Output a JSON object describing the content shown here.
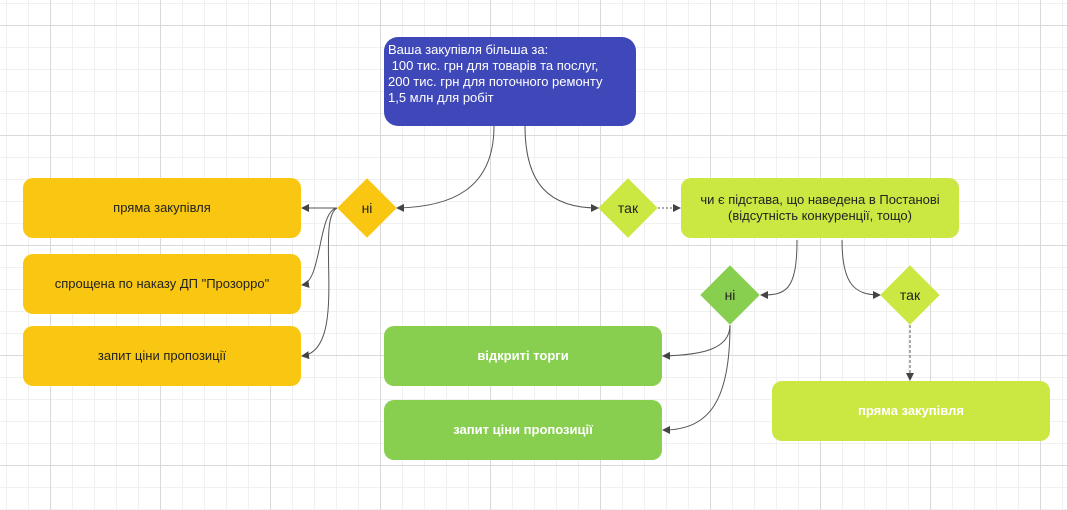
{
  "root": {
    "text": "Ваша закупівля більша за:\n 100 тис. грн для товарів та послуг,\n200 тис. грн для поточного ремонту\n1,5 млн для робіт"
  },
  "decision_no_left": {
    "label": "ні"
  },
  "decision_yes": {
    "label": "так"
  },
  "left_options": [
    {
      "label": "пряма закупівля"
    },
    {
      "label": "спрощена по наказу ДП \"Прозорро\""
    },
    {
      "label": "запит ціни пропозиції"
    }
  ],
  "question": {
    "text": "чи є підстава, що наведена в Постанові\n(відсутність конкуренції, тощо)"
  },
  "decision_no_right": {
    "label": "ні"
  },
  "decision_yes_right": {
    "label": "так"
  },
  "right_no_options": [
    {
      "label": "відкриті торги"
    },
    {
      "label": "запит ціни пропозиції"
    }
  ],
  "right_yes_option": {
    "label": "пряма закупівля"
  },
  "colors": {
    "root": "#3f48b8",
    "yellow": "#f9c711",
    "green": "#88cf50",
    "lime": "#cbe742",
    "connector": "#555555"
  }
}
